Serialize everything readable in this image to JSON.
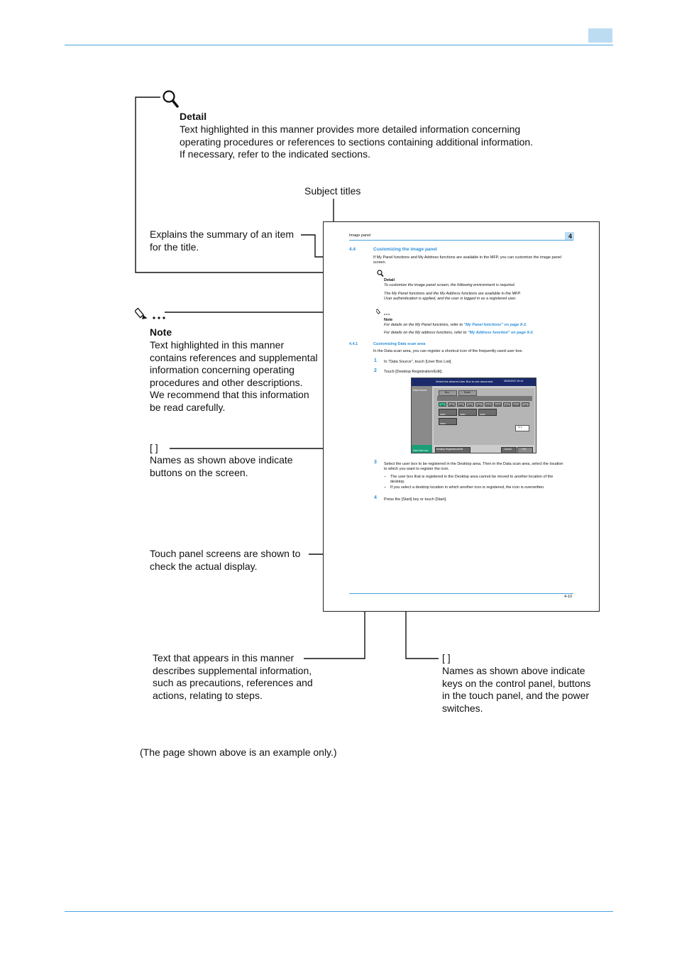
{
  "colors": {
    "accent": "#4aa3df",
    "tab": "#bcdcf2",
    "link": "#2b8fd8"
  },
  "detail_box": {
    "title": "Detail",
    "body": "Text highlighted in this manner provides more detailed information concerning\noperating procedures or references to sections containing additional information.\nIf necessary, refer to the indicated sections."
  },
  "callouts": {
    "subject_titles": "Subject titles",
    "summary": "Explains the summary of an item\nfor  the title.",
    "note_title": "Note",
    "note_body": "Text highlighted in this manner\ncontains references and supplemental\ninformation concerning operating\nprocedures and other descriptions.\nWe recommend that this information\nbe read carefully.",
    "screen_brackets": "[   ]",
    "screen_brackets_desc": "Names as shown above indicate\nbuttons on the screen.",
    "touch_panel": "Touch panel screens are shown to\ncheck the actual display.",
    "supplemental": "Text that appears in this manner\ndescribes supplemental information,\nsuch as precautions, references and\nactions, relating to steps.",
    "keys_brackets": "[   ]",
    "keys_desc": "Names as shown above indicate\nkeys on the control panel, buttons\nin the touch panel, and the power\nswitches.",
    "footnote": "(The page shown above is an example only.)"
  },
  "example_page": {
    "header": "Image panel",
    "chapter": "4",
    "section_num": "4.4",
    "section_title": "Customizing the image panel",
    "intro": "If My Panel functions and My Address functions are available in the MFP, you can customize the image panel\nscreen.",
    "detail_title": "Detail",
    "detail_line1": "To customize the image panel screen, the following environment is required.",
    "detail_line2": "The My Panel functions and the My Address functions are available in the MFP.\nUser authentication is applied, and the user is logged in as a registered user.",
    "note_title": "Note",
    "note_line1_prefix": "For details on the My Panel functions, refer to ",
    "note_line1_link": "\"My Panel functions\" on page 8-2.",
    "note_line2_prefix": "For details on the My address functions, refer to ",
    "note_line2_link": "\"My Address function\" on page 9-2.",
    "sub_num": "4.4.1",
    "sub_title": "Customizing Data scan area",
    "sub_intro": "In the Data scan area, you can register a shortcut icon of the frequently-used user box.",
    "steps": [
      {
        "num": "1",
        "text": "In \"Data Source\", touch [User Box List]."
      },
      {
        "num": "2",
        "text": "Touch [Desktop Registration/Edit]."
      },
      {
        "num": "3",
        "text": "Select the user box to be registered in the Desktop area. Then in the Data scan area, select the location\nto which you want to register the icon."
      },
      {
        "num": "4",
        "text": "Press the [Start] key or touch [Start]."
      }
    ],
    "bullets": [
      "The user box that is registered in the Desktop area cannot be moved to another location of the\ndesktop.",
      "If you select a desktop location in which another icon is registered, the icon is overwritten."
    ],
    "page_num": "4-10",
    "screen": {
      "header_text": "Select the desired User Box to use document.",
      "datetime": "08/30/2007 20:14",
      "sidebar_label": "Data Source",
      "tab1": "Box",
      "tab2": "Mode",
      "index_keys": [
        "All",
        "ABC",
        "DEF",
        "GHI",
        "JKL",
        "MNO",
        "PQRS",
        "TUV",
        "WXYZ",
        "etc"
      ],
      "folders": [
        "SDB1",
        "SDB2",
        "SDB3",
        "SDB4"
      ],
      "bottom_left": "Desktop Registration/Edit",
      "cancel": "Cancel",
      "ok": "OK",
      "counter": "1/ 1",
      "user_box_list": "User Box List"
    }
  }
}
